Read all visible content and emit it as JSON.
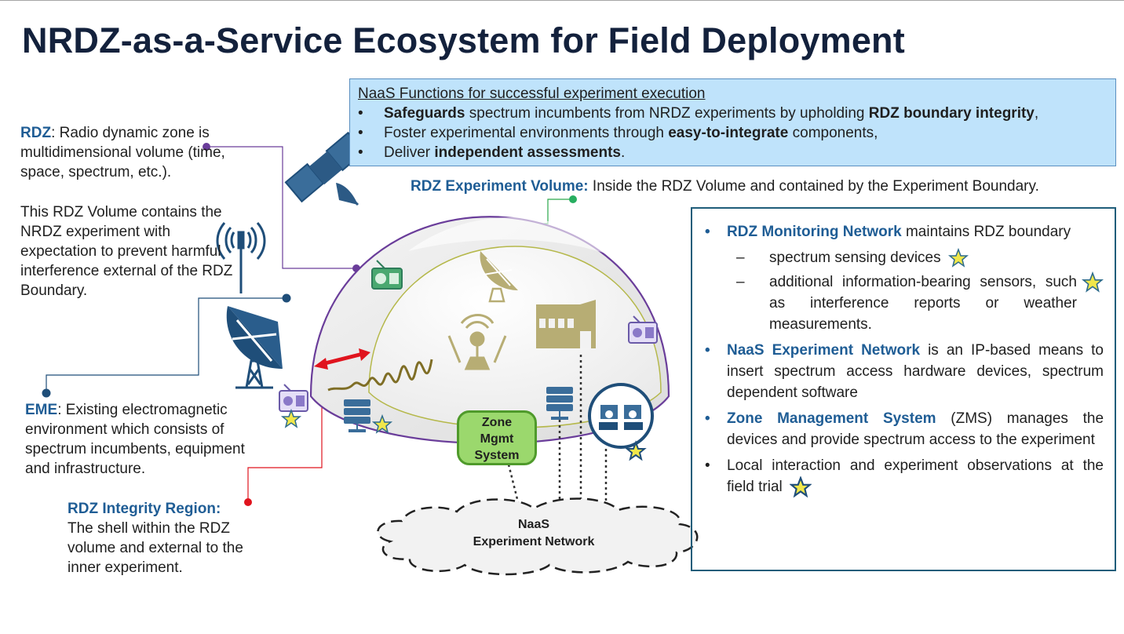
{
  "title": "NRDZ-as-a-Service Ecosystem for Field Deployment",
  "naas_box": {
    "heading": "NaaS Functions for successful experiment execution",
    "items": [
      {
        "bold1": "Safeguards",
        "t1": " spectrum incumbents from NRDZ experiments by upholding ",
        "bold2": "RDZ boundary integrity",
        "t2": ","
      },
      {
        "t0": "Foster experimental environments through ",
        "bold1": "easy-to-integrate",
        "t1": " components,"
      },
      {
        "t0": "Deliver ",
        "bold1": "independent assessments",
        "t1": "."
      }
    ]
  },
  "rdz_label": {
    "term": "RDZ",
    "text": ": Radio dynamic zone is multidimensional volume (time, space, spectrum, etc.).",
    "volume_text": "This RDZ Volume contains the NRDZ experiment with expectation to prevent harmful interference external of the RDZ Boundary."
  },
  "eme_label": {
    "term": "EME",
    "text": ": Existing electromagnetic environment which consists of spectrum incumbents, equipment and infrastructure."
  },
  "integrity_label": {
    "term": "RDZ Integrity Region:",
    "text": "The shell within the RDZ volume  and external to the inner experiment."
  },
  "experiment_volume_label": {
    "term": "RDZ Experiment Volume:",
    "text": " Inside the RDZ Volume and contained by the Experiment Boundary."
  },
  "right_box": {
    "monitoring": {
      "term": "RDZ Monitoring Network",
      "text": " maintains RDZ boundary"
    },
    "sub1": "spectrum sensing devices",
    "sub2": "additional information-bearing sensors, such as interference reports or weather measurements.",
    "experiment_net": {
      "term": "NaaS Experiment Network",
      "text": " is an IP-based means to insert spectrum access hardware devices, spectrum dependent software"
    },
    "zms": {
      "term": "Zone Management System",
      "text": " (ZMS) manages the devices and provide spectrum access to the experiment"
    },
    "local": "Local interaction and experiment observations at the field trial"
  },
  "zms_box": {
    "line1": "Zone",
    "line2": "Mgmt",
    "line3": "System"
  },
  "network_cloud": {
    "line1": "NaaS",
    "line2": "Experiment Network"
  },
  "colors": {
    "title": "#13213c",
    "accent_blue": "#1f5d95",
    "naas_box_fill": "#bfe3fb",
    "dome_outline": "#6a3d9a",
    "zms_fill": "#9bd86d",
    "integrity_red": "#e0141e",
    "icon_navy": "#1f4e79",
    "icon_olive": "#b7ad74"
  },
  "icons": [
    "satellite-icon",
    "cell-tower-icon",
    "satellite-dish-icon",
    "radio-icon",
    "server-icon",
    "factory-icon",
    "antenna-icon",
    "operators-icon",
    "star-icon"
  ]
}
